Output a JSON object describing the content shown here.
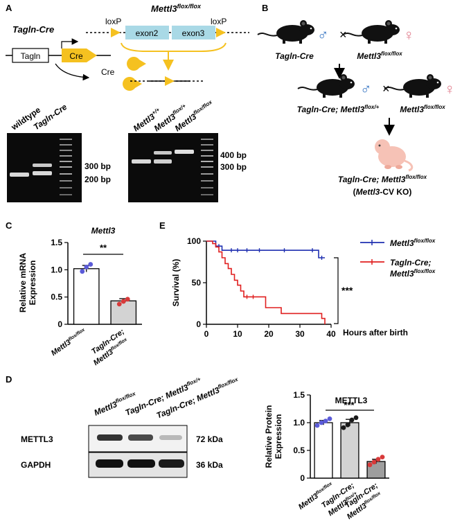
{
  "panels": {
    "A": {
      "label": "A",
      "tagln_title": "Tagln-Cre",
      "mettl3_title": {
        "base": "Mettl3",
        "sup": "flox/flox"
      },
      "loxp_left": "loxP",
      "loxp_right": "loxP",
      "exon2": "exon2",
      "exon3": "exon3",
      "promoter": "Tagln",
      "cre_box": "Cre",
      "cre_label": "Cre",
      "gel1": {
        "lanes": [
          "wildtype",
          "Tagln-Cre"
        ],
        "markers": [
          "300 bp",
          "200 bp"
        ]
      },
      "gel2": {
        "lanes": [
          {
            "base": "Mettl3",
            "sup": "+/+"
          },
          {
            "base": "Mettl3",
            "sup": "flox/+"
          },
          {
            "base": "Mettl3",
            "sup": "flox/flox"
          }
        ],
        "markers": [
          "400 bp",
          "300 bp"
        ]
      }
    },
    "B": {
      "label": "B",
      "male": "♂",
      "female": "♀",
      "cross": "×",
      "p1_left": "Tagln-Cre",
      "p1_right": {
        "base": "Mettl3",
        "sup": "flox/flox"
      },
      "p2_left": {
        "pre": "Tagln-Cre; ",
        "base": "Mettl3",
        "sup": "flox/+"
      },
      "p2_right": {
        "base": "Mettl3",
        "sup": "flox/flox"
      },
      "offspring": {
        "pre": "Tagln-Cre; ",
        "base": "Mettl3",
        "sup": "flox/flox"
      },
      "offspring_sub": {
        "open": "(",
        "gene": "Mettl3",
        "rest": "-CV KO)"
      }
    },
    "C": {
      "label": "C",
      "significance": "**",
      "chart_data": {
        "type": "bar",
        "title": "Mettl3",
        "ylabel": [
          "Relative mRNA",
          "Expression"
        ],
        "ylim": [
          0,
          1.5
        ],
        "yticks": [
          "0",
          "0.5",
          "1.0",
          "1.5"
        ],
        "categories": [
          {
            "base": "Mettl3",
            "sup": "flox/flox"
          },
          {
            "line1": "Tagln-Cre;",
            "base": "Mettl3",
            "sup": "flox/flox"
          }
        ],
        "values": [
          1.02,
          0.43
        ],
        "errors": [
          0.06,
          0.04
        ],
        "points": [
          [
            0.97,
            1.05,
            1.1
          ],
          [
            0.37,
            0.42,
            0.46
          ]
        ],
        "colors": [
          "#ffffff",
          "#d3d3d3"
        ],
        "point_colors": [
          "#5b5bd8",
          "#d83a3a"
        ]
      }
    },
    "E": {
      "label": "E",
      "significance": "***",
      "chart_data": {
        "type": "line",
        "xlabel": "Hours after birth",
        "ylabel": "Survival (%)",
        "xlim": [
          0,
          40
        ],
        "ylim": [
          0,
          100
        ],
        "xticks": [
          "0",
          "10",
          "20",
          "30",
          "40"
        ],
        "yticks": [
          "0",
          "50",
          "100"
        ],
        "series": [
          {
            "name": {
              "base": "Mettl3",
              "sup": "flox/flox"
            },
            "color": "#1e2fb0",
            "steps": [
              [
                0,
                100
              ],
              [
                3,
                94
              ],
              [
                5,
                89
              ],
              [
                36,
                89
              ],
              [
                36,
                80
              ],
              [
                38,
                80
              ]
            ],
            "censors": [
              [
                4,
                94
              ],
              [
                8,
                89
              ],
              [
                10,
                89
              ],
              [
                13,
                89
              ],
              [
                17,
                89
              ],
              [
                25,
                89
              ],
              [
                34,
                89
              ],
              [
                37,
                80
              ]
            ]
          },
          {
            "name": {
              "line1": "Tagln-Cre;",
              "base": "Mettl3",
              "sup": "flox/flox"
            },
            "color": "#e01e1e",
            "steps": [
              [
                0,
                100
              ],
              [
                2,
                97
              ],
              [
                3,
                93
              ],
              [
                4,
                87
              ],
              [
                5,
                80
              ],
              [
                6,
                73
              ],
              [
                7,
                67
              ],
              [
                8,
                60
              ],
              [
                9,
                53
              ],
              [
                10,
                47
              ],
              [
                11,
                40
              ],
              [
                12,
                33
              ],
              [
                18,
                33
              ],
              [
                19,
                20
              ],
              [
                24,
                20
              ],
              [
                24,
                13
              ],
              [
                36,
                13
              ],
              [
                37,
                7
              ],
              [
                38,
                0
              ]
            ],
            "censors": [
              [
                13,
                33
              ],
              [
                15,
                33
              ]
            ]
          }
        ]
      }
    },
    "D": {
      "label": "D",
      "blot_lanes": [
        {
          "base": "Mettl3",
          "sup": "flox/flox"
        },
        {
          "pre": "Tagln-Cre; ",
          "base": "Mettl3",
          "sup": "flox/+"
        },
        {
          "pre": "Tagln-Cre; ",
          "base": "Mettl3",
          "sup": "flox/flox"
        }
      ],
      "rows": [
        {
          "name": "METTL3",
          "size": "72 kDa"
        },
        {
          "name": "GAPDH",
          "size": "36 kDa"
        }
      ],
      "significance": "***",
      "chart_data": {
        "type": "bar",
        "title": "METTL3",
        "ylabel": [
          "Relative Protein",
          "Expression"
        ],
        "ylim": [
          0,
          1.5
        ],
        "yticks": [
          "0",
          "0.5",
          "1.0",
          "1.5"
        ],
        "categories": [
          {
            "base": "Mettl3",
            "sup": "flox/flox"
          },
          {
            "line1": "Tagln-Cre;",
            "base": "Mettl3",
            "sup": "flox/+"
          },
          {
            "line1": "Tagln-Cre;",
            "base": "Mettl3",
            "sup": "flox/flox"
          }
        ],
        "values": [
          1.0,
          1.0,
          0.3
        ],
        "errors": [
          0.04,
          0.06,
          0.04
        ],
        "points": [
          [
            0.95,
            1.0,
            1.03,
            1.07
          ],
          [
            0.91,
            0.96,
            1.05,
            1.09
          ],
          [
            0.24,
            0.29,
            0.34,
            0.38
          ]
        ],
        "colors": [
          "#ffffff",
          "#d3d3d3",
          "#9e9e9e"
        ],
        "point_colors": [
          "#5b5bd8",
          "#1a1a1a",
          "#d83a3a"
        ]
      }
    }
  }
}
